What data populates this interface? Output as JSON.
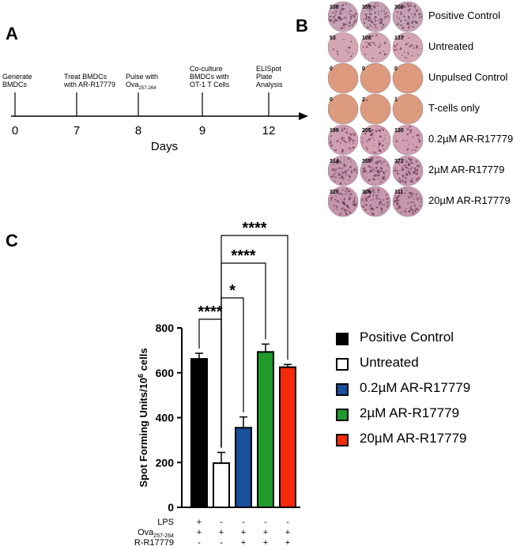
{
  "panels": {
    "a": "A",
    "b": "B",
    "c": "C"
  },
  "timeline": {
    "axis_label": "Days",
    "events": [
      {
        "day": "0",
        "text": [
          "Generate",
          "BMDCs"
        ]
      },
      {
        "day": "7",
        "text": [
          "Treat BMDCs",
          "with AR-R17779"
        ]
      },
      {
        "day": "8",
        "text": [
          "Pulse with",
          "Ova257-264"
        ]
      },
      {
        "day": "9",
        "text": [
          "Co-culture",
          "BMDCs with",
          "OT-1 T Cells"
        ]
      },
      {
        "day": "12",
        "text": [
          "ELISpot",
          "Plate",
          "Analysis"
        ]
      }
    ]
  },
  "wells": {
    "rows": [
      {
        "label": "Positive Control",
        "counts": [
          "338",
          "359",
          "308"
        ],
        "tint": "#c6a2b6"
      },
      {
        "label": "Untreated",
        "counts": [
          "53",
          "108",
          "137"
        ],
        "tint": "#d4a6b4"
      },
      {
        "label": "Unpulsed Control",
        "counts": [
          "0",
          "0",
          "0"
        ],
        "tint": "#dd9a7c"
      },
      {
        "label": "T-cells only",
        "counts": [
          "0",
          "2",
          "1"
        ],
        "tint": "#dc9b7e"
      },
      {
        "label": "0.2µM AR-R17779",
        "counts": [
          "199",
          "205",
          "130"
        ],
        "tint": "#cf9fb2"
      },
      {
        "label": "2µM AR-R17779",
        "counts": [
          "314",
          "355",
          "372"
        ],
        "tint": "#c79ab0"
      },
      {
        "label": "20µM AR-R17779",
        "counts": [
          "325",
          "306",
          "311"
        ],
        "tint": "#c497ad"
      }
    ]
  },
  "chart_data": {
    "type": "bar",
    "ylabel": "Spot Forming Units/10^6 cells",
    "ylim": [
      0,
      800
    ],
    "yticks": [
      "0",
      "200",
      "400",
      "600",
      "800"
    ],
    "categories": [
      "Positive Control",
      "Untreated",
      "0.2µM AR-R17779",
      "2µM AR-R17779",
      "20µM AR-R17779"
    ],
    "values": [
      662,
      197,
      355,
      693,
      625
    ],
    "errors": [
      25,
      48,
      48,
      35,
      12
    ],
    "colors": [
      "#000000",
      "#ffffff",
      "#1a4f9c",
      "#1f9a2b",
      "#f52a0b"
    ],
    "treatment_rows": [
      {
        "label": "LPS",
        "signs": [
          "+",
          "-",
          "-",
          "-",
          "-"
        ]
      },
      {
        "label": "Ova257-264",
        "signs": [
          "+",
          "+",
          "+",
          "+",
          "+"
        ]
      },
      {
        "label": "AR-R17779",
        "signs": [
          "-",
          "-",
          "+",
          "+",
          "+"
        ]
      }
    ],
    "significance": [
      {
        "from": 0,
        "to": 1,
        "label": "****"
      },
      {
        "from": 1,
        "to": 2,
        "label": "*"
      },
      {
        "from": 1,
        "to": 3,
        "label": "****"
      },
      {
        "from": 1,
        "to": 4,
        "label": "****"
      }
    ],
    "legend": [
      {
        "label": "Positive Control",
        "color": "#000000"
      },
      {
        "label": "Untreated",
        "color": "#ffffff"
      },
      {
        "label": "0.2µM AR-R17779",
        "color": "#1a4f9c"
      },
      {
        "label": "2µM AR-R17779",
        "color": "#1f9a2b"
      },
      {
        "label": "20µM AR-R17779",
        "color": "#f52a0b"
      }
    ]
  }
}
